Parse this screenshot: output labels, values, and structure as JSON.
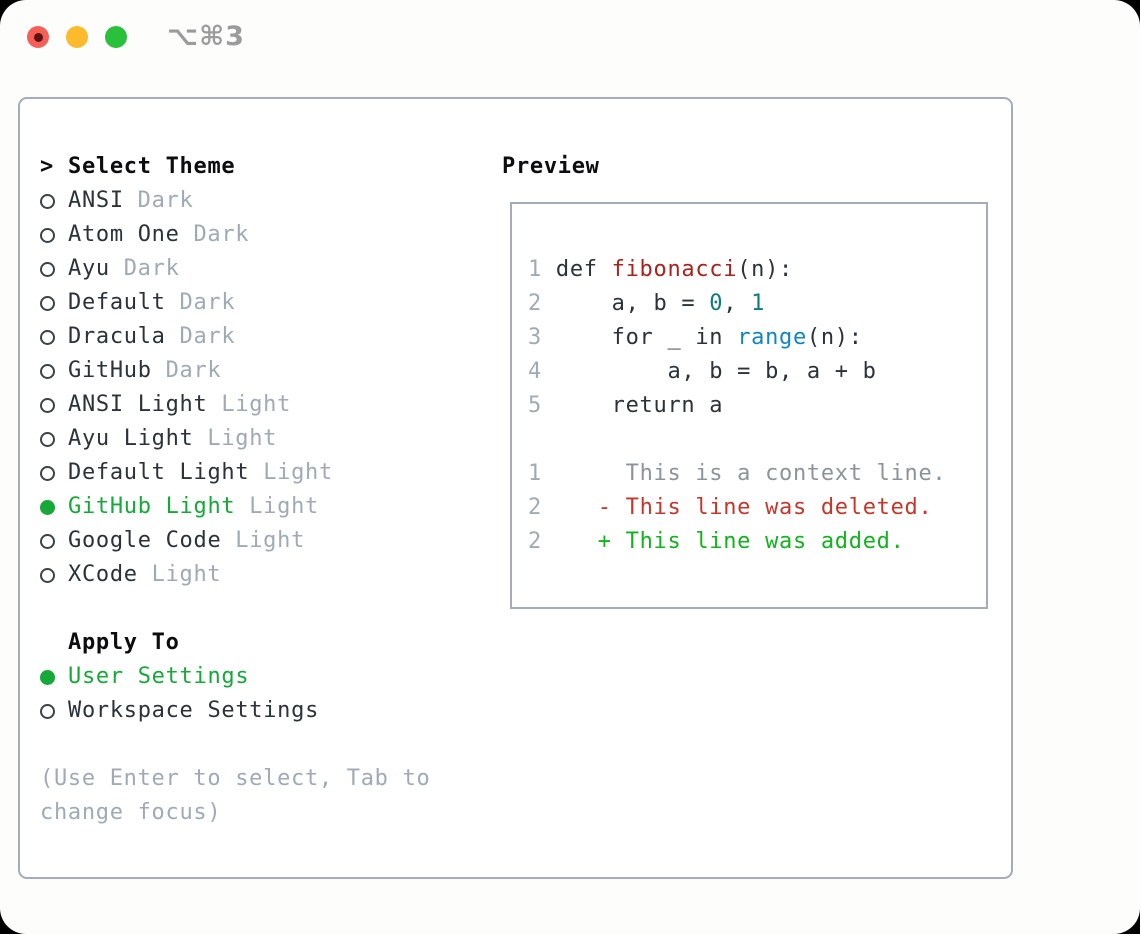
{
  "window": {
    "title": "⌥⌘3",
    "traffic_lights": [
      "close",
      "minimize",
      "zoom"
    ]
  },
  "colors": {
    "accent-green": "#17a83a",
    "added-green": "#13b31f",
    "deleted-red": "#c4372b",
    "function-red": "#a8221e",
    "builtin-blue": "#0f86c1",
    "literal-teal": "#0e7c7b",
    "muted-gray": "#a0aab4",
    "context-gray": "#8b949c",
    "text-dark": "#2b323a",
    "border-gray": "#a3adb8",
    "traffic-red": "#f65f57",
    "traffic-yellow": "#fbbb2d",
    "traffic-green": "#2ac03c",
    "title-gray": "#9b9b9b"
  },
  "theme_panel": {
    "header": {
      "prompt": ">",
      "label": "Select Theme"
    },
    "themes": [
      {
        "name": "ANSI",
        "variant": "Dark",
        "selected": false
      },
      {
        "name": "Atom One",
        "variant": "Dark",
        "selected": false
      },
      {
        "name": "Ayu",
        "variant": "Dark",
        "selected": false
      },
      {
        "name": "Default",
        "variant": "Dark",
        "selected": false
      },
      {
        "name": "Dracula",
        "variant": "Dark",
        "selected": false
      },
      {
        "name": "GitHub",
        "variant": "Dark",
        "selected": false
      },
      {
        "name": "ANSI Light",
        "variant": "Light",
        "selected": false
      },
      {
        "name": "Ayu Light",
        "variant": "Light",
        "selected": false
      },
      {
        "name": "Default Light",
        "variant": "Light",
        "selected": false
      },
      {
        "name": "GitHub Light",
        "variant": "Light",
        "selected": true
      },
      {
        "name": "Google Code",
        "variant": "Light",
        "selected": false
      },
      {
        "name": "XCode",
        "variant": "Light",
        "selected": false
      }
    ],
    "apply_to": {
      "label": "Apply To",
      "options": [
        {
          "name": "User Settings",
          "selected": true
        },
        {
          "name": "Workspace Settings",
          "selected": false
        }
      ]
    },
    "help_lines": [
      "(Use Enter to select, Tab to",
      "change focus)"
    ]
  },
  "preview": {
    "label": "Preview",
    "lines": [
      [
        [
          "1 ",
          "num"
        ],
        [
          "def ",
          "code"
        ],
        [
          "fibonacci",
          "func"
        ],
        [
          "(n):",
          "code"
        ]
      ],
      [
        [
          "2     ",
          "num"
        ],
        [
          "a, b = ",
          "code"
        ],
        [
          "0",
          "lit"
        ],
        [
          ", ",
          "code"
        ],
        [
          "1",
          "lit"
        ]
      ],
      [
        [
          "3     ",
          "num"
        ],
        [
          "for _ in ",
          "code"
        ],
        [
          "range",
          "blt"
        ],
        [
          "(n):",
          "code"
        ]
      ],
      [
        [
          "4         ",
          "num"
        ],
        [
          "a, b = b, a + b",
          "code"
        ]
      ],
      [
        [
          "5     ",
          "num"
        ],
        [
          "return a",
          "code"
        ]
      ],
      [],
      [
        [
          "1      ",
          "num"
        ],
        [
          "This is a context line.",
          "ctx"
        ]
      ],
      [
        [
          "2    ",
          "num"
        ],
        [
          "- This line was deleted.",
          "del"
        ]
      ],
      [
        [
          "2    ",
          "num"
        ],
        [
          "+ This line was added.",
          "add"
        ]
      ]
    ]
  }
}
